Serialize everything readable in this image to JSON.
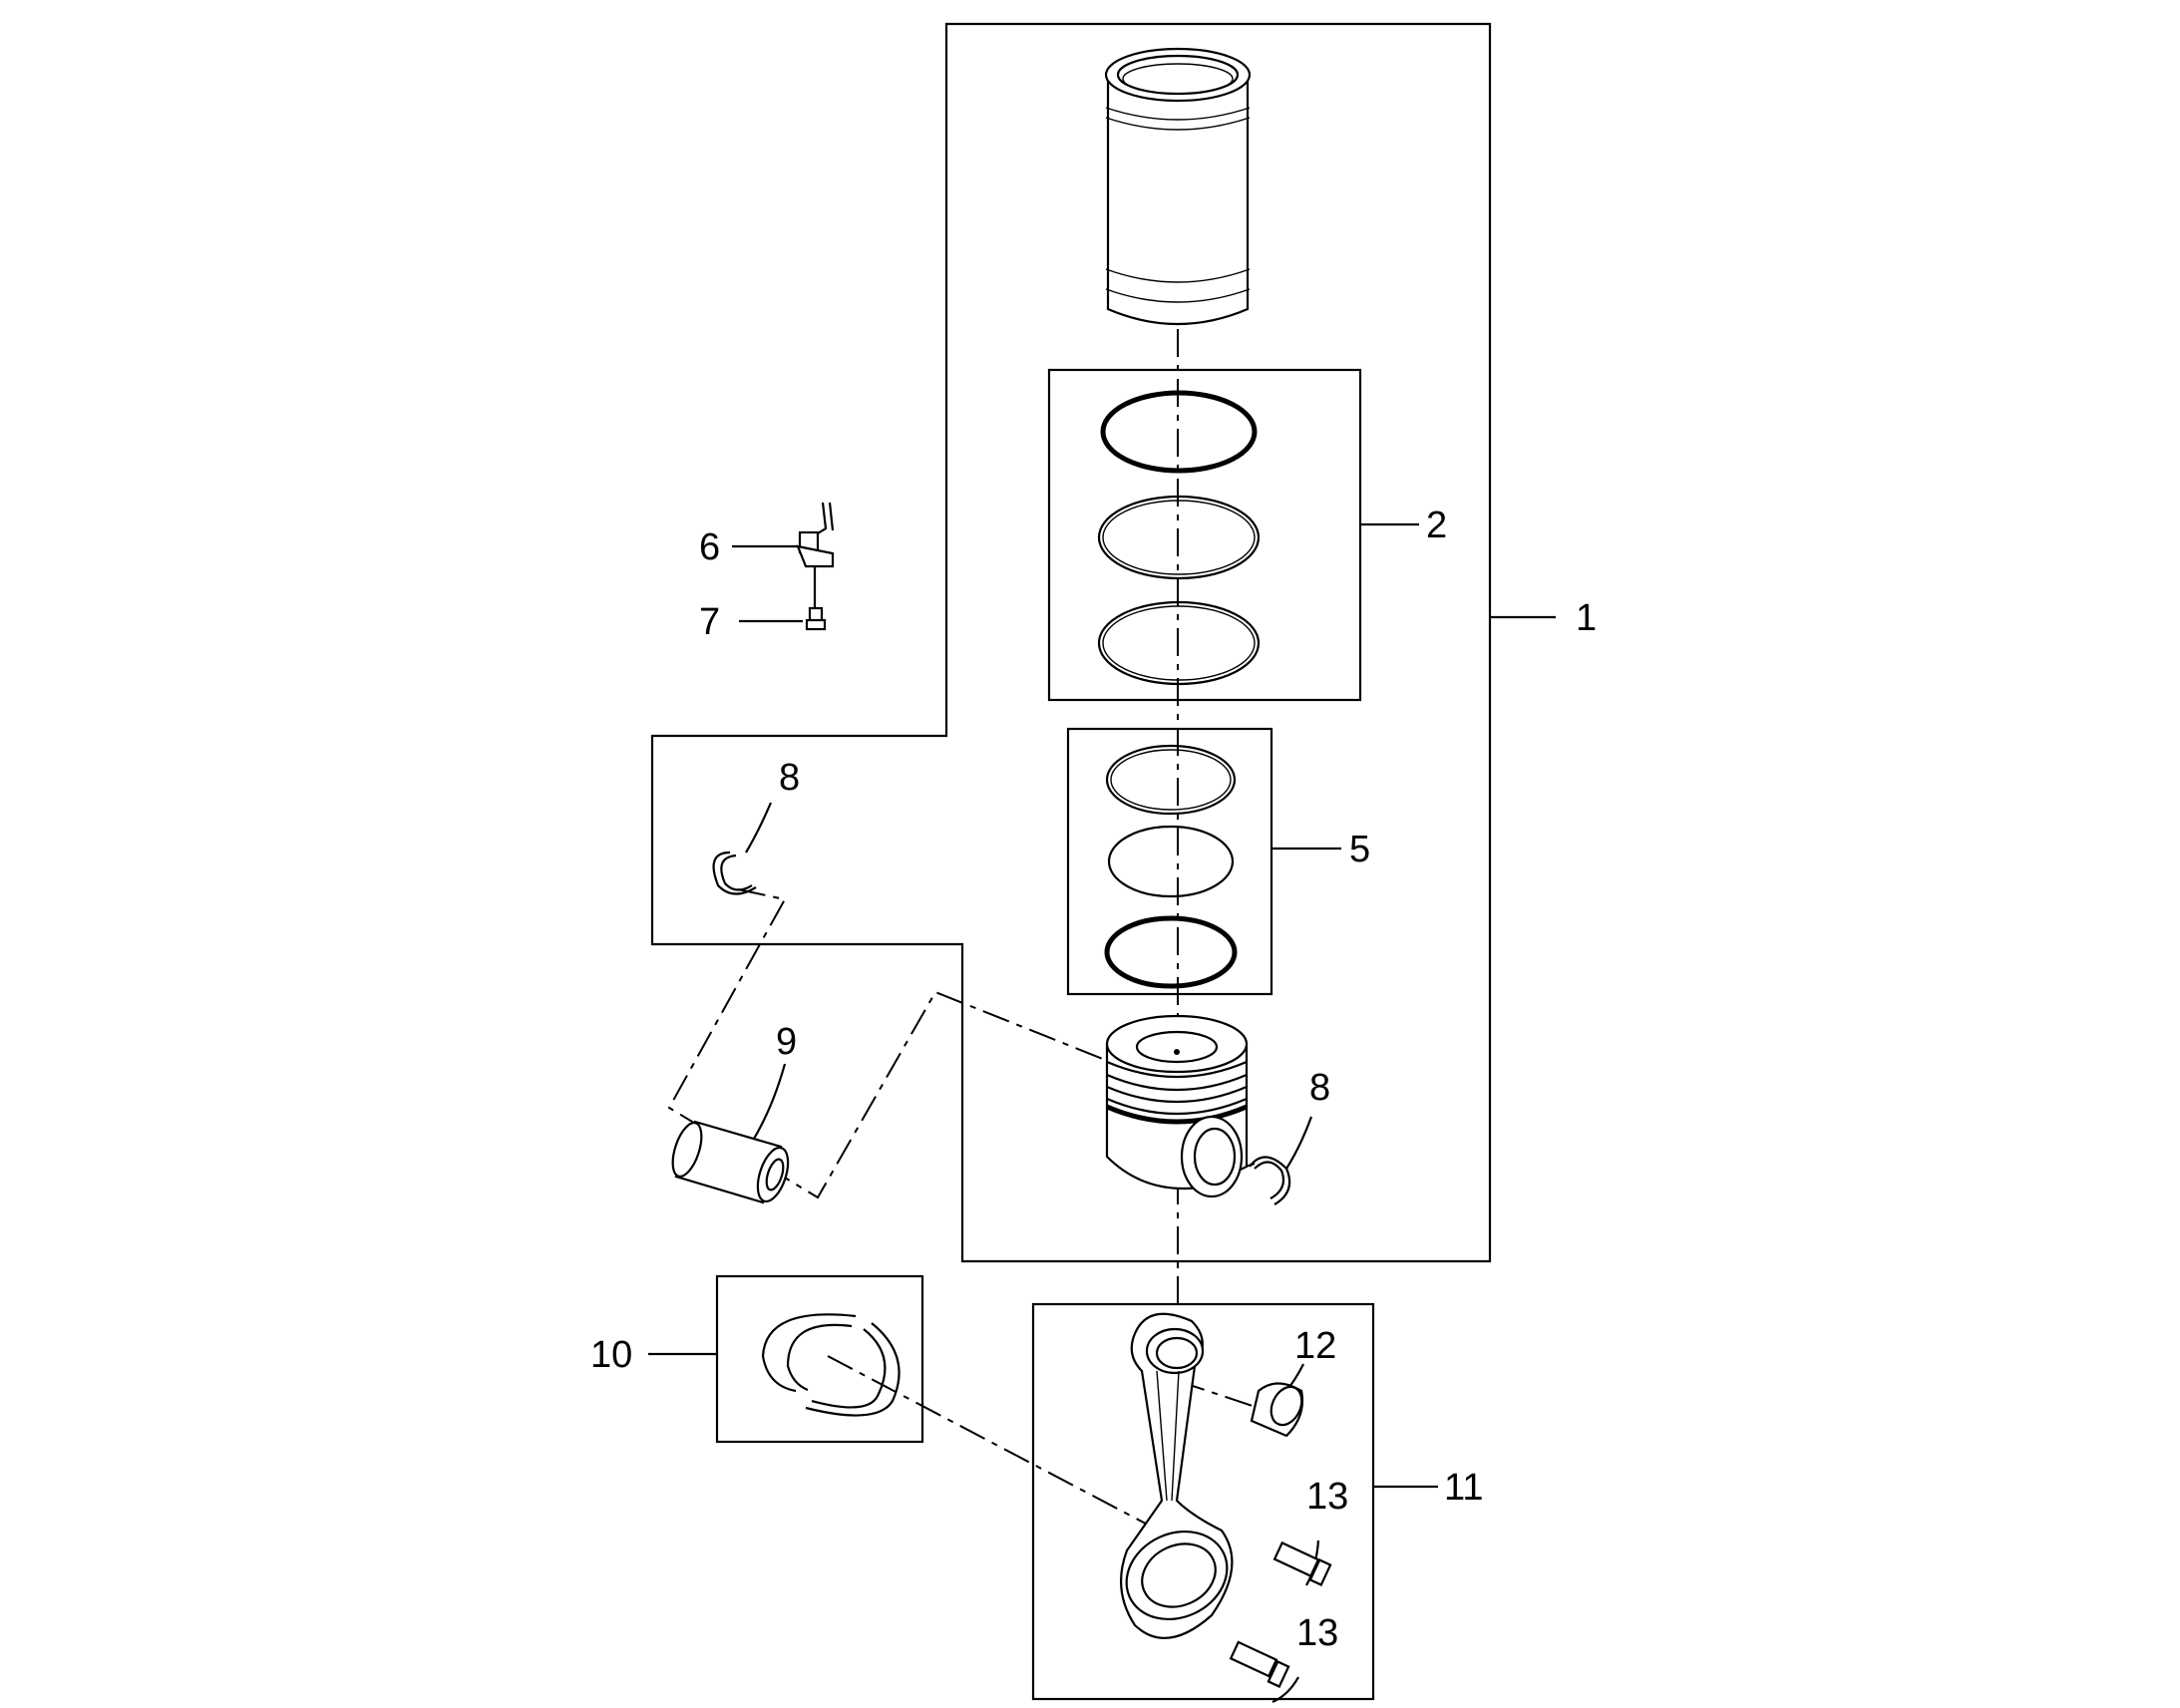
{
  "diagram": {
    "callouts": {
      "c1": "1",
      "c2": "2",
      "c5": "5",
      "c6": "6",
      "c7": "7",
      "c8a": "8",
      "c8b": "8",
      "c9": "9",
      "c10": "10",
      "c11": "11",
      "c12": "12",
      "c13a": "13",
      "c13b": "13"
    }
  }
}
